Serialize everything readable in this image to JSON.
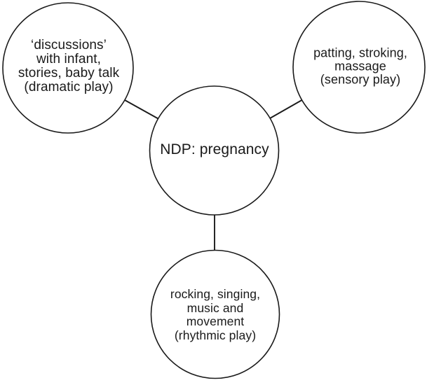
{
  "diagram": {
    "center_node": {
      "label": "NDP: pregnancy"
    },
    "nodes": [
      {
        "name": "dramatic-play",
        "lines": [
          "‘discussions’",
          "with infant,",
          "stories, baby talk",
          "(dramatic play)"
        ]
      },
      {
        "name": "sensory-play",
        "lines": [
          "patting, stroking,",
          "massage",
          "(sensory play)"
        ]
      },
      {
        "name": "rhythmic-play",
        "lines": [
          "rocking, singing,",
          "music and",
          "movement",
          "(rhythmic play)"
        ]
      }
    ],
    "colors": {
      "stroke": "#1a1a1a",
      "text": "#1a1a1a",
      "background": "#ffffff"
    }
  }
}
